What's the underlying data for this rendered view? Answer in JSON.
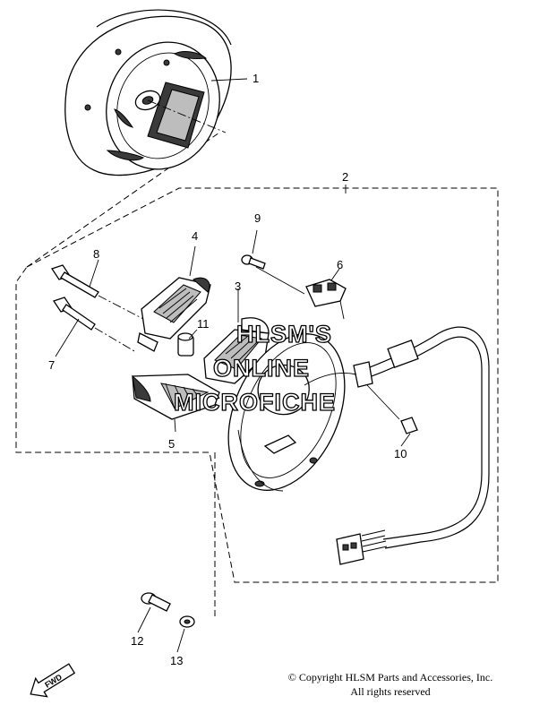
{
  "callouts": [
    {
      "id": "1",
      "label": "1"
    },
    {
      "id": "2",
      "label": "2"
    },
    {
      "id": "3",
      "label": "3"
    },
    {
      "id": "4",
      "label": "4"
    },
    {
      "id": "5",
      "label": "5"
    },
    {
      "id": "6",
      "label": "6"
    },
    {
      "id": "7",
      "label": "7"
    },
    {
      "id": "8",
      "label": "8"
    },
    {
      "id": "9",
      "label": "9"
    },
    {
      "id": "10",
      "label": "10"
    },
    {
      "id": "11",
      "label": "11"
    },
    {
      "id": "12",
      "label": "12"
    },
    {
      "id": "13",
      "label": "13"
    }
  ],
  "watermark": {
    "line1": "HLSM'S",
    "line2": "ONLINE",
    "line3": "MICROFICHE"
  },
  "direction_label": "FWD",
  "copyright": {
    "line1": "© Copyright HLSM Parts and Accessories, Inc.",
    "line2": "All rights reserved"
  }
}
